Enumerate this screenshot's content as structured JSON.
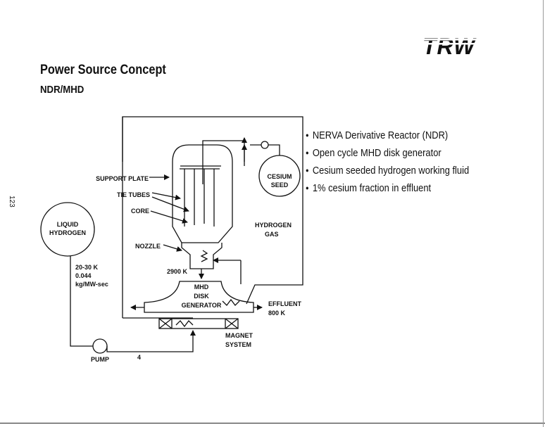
{
  "logo": "TRW",
  "title": "Power Source Concept",
  "subtitle": "NDR/MHD",
  "page_number": "123",
  "bullets": [
    "NERVA Derivative Reactor (NDR)",
    "Open cycle MHD disk generator",
    "Cesium seeded hydrogen working fluid",
    "1% cesium fraction in effluent"
  ],
  "diagram": {
    "liquid_hydrogen_line1": "LIQUID",
    "liquid_hydrogen_line2": "HYDROGEN",
    "hydrogen_conditions_line1": "20-30 K",
    "hydrogen_conditions_line2": "0.044",
    "hydrogen_conditions_line3": "kg/MW-sec",
    "pump": "PUMP",
    "pump_number": "4",
    "support_plate": "SUPPORT PLATE",
    "tie_tubes": "TIE TUBES",
    "core": "CORE",
    "nozzle": "NOZZLE",
    "temperature_inlet": "2900 K",
    "cesium_seed_line1": "CESIUM",
    "cesium_seed_line2": "SEED",
    "hydrogen_gas_line1": "HYDROGEN",
    "hydrogen_gas_line2": "GAS",
    "mhd_line1": "MHD",
    "mhd_line2": "DISK",
    "mhd_line3": "GENERATOR",
    "effluent_line1": "EFFLUENT",
    "effluent_line2": "800 K",
    "magnet_line1": "MAGNET",
    "magnet_line2": "SYSTEM"
  }
}
